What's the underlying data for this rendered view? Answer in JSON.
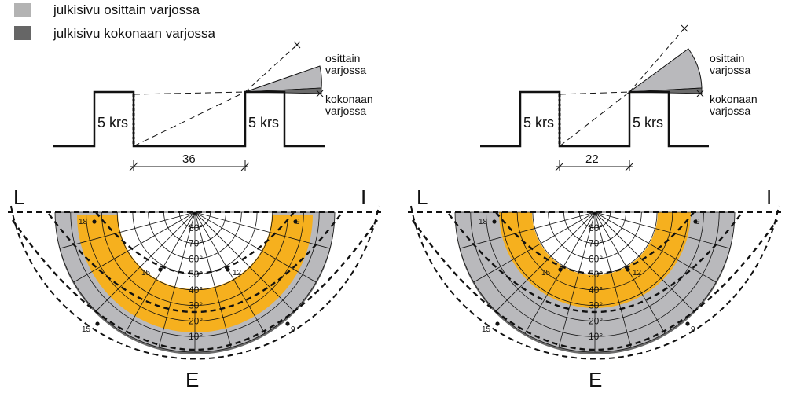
{
  "legend": {
    "items": [
      {
        "label": "julkisivu osittain varjossa",
        "color": "#b3b3b3"
      },
      {
        "label": "julkisivu kokonaan varjossa",
        "color": "#666666"
      }
    ]
  },
  "colors": {
    "sun": "#f6b01e",
    "partial": "#b9b9bc",
    "full": "#6b6b6b",
    "line": "#111111"
  },
  "directions": {
    "left": "L",
    "right": "I",
    "bottom": "E"
  },
  "altitude_labels": [
    "80°",
    "70°",
    "60°",
    "50°",
    "40°",
    "30°",
    "20°",
    "10°"
  ],
  "panels": [
    {
      "building_left_label": "5 krs",
      "building_right_label": "5 krs",
      "distance": "36",
      "partial_label": [
        "osittain",
        "varjossa"
      ],
      "full_label": [
        "kokonaan",
        "varjossa"
      ],
      "hour_marks": [
        "18",
        "9",
        "15",
        "12",
        "15",
        "9"
      ]
    },
    {
      "building_left_label": "5 krs",
      "building_right_label": "5 krs",
      "distance": "22",
      "partial_label": [
        "osittain",
        "varjossa"
      ],
      "full_label": [
        "kokonaan",
        "varjossa"
      ],
      "hour_marks": [
        "18",
        "9",
        "15",
        "12",
        "15",
        "9"
      ]
    }
  ]
}
